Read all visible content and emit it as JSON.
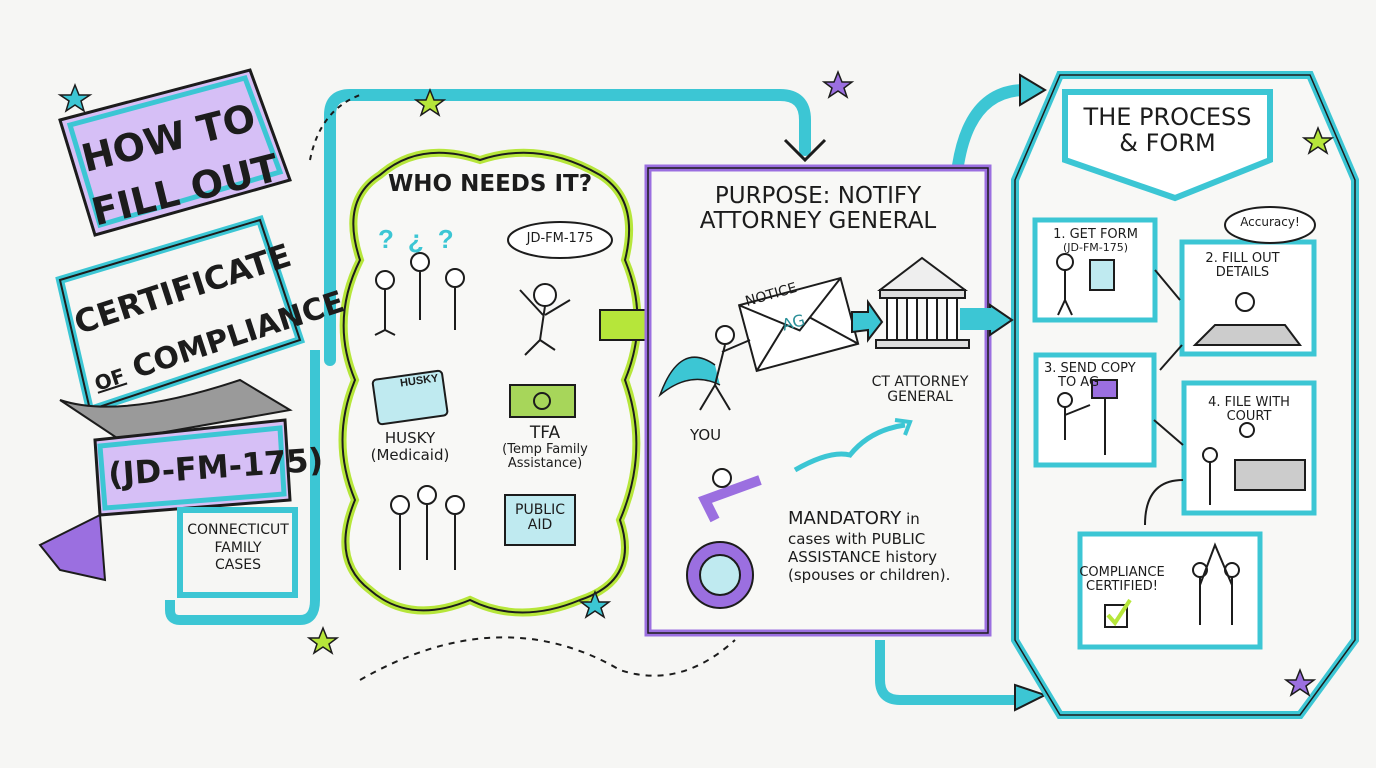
{
  "title": {
    "line1": "HOW TO",
    "line2": "FILL OUT",
    "line3": "CERTIFICATE",
    "line4_of": "OF",
    "line4": "COMPLIANCE",
    "form_code": "(JD-FM-175)",
    "scope": [
      "CONNECTICUT",
      "FAMILY",
      "CASES"
    ]
  },
  "who_needs_it": {
    "heading": "WHO NEEDS IT?",
    "thought_bubble": "JD-FM-175",
    "husky_card": "HUSKY",
    "husky_label": "HUSKY",
    "husky_sub": "(Medicaid)",
    "tfa_label": "TFA",
    "tfa_sub": [
      "(Temp Family",
      "Assistance)"
    ],
    "public_aid": [
      "PUBLIC",
      "AID"
    ]
  },
  "purpose": {
    "heading": [
      "PURPOSE: NOTIFY",
      "ATTORNEY GENERAL"
    ],
    "envelope_label": "NOTICE",
    "envelope_badge": "AG",
    "sender": "YOU",
    "recipient": [
      "CT ATTORNEY",
      "GENERAL"
    ],
    "mandatory_bold": "MANDATORY",
    "mandatory_text": [
      " in",
      "cases with PUBLIC",
      "ASSISTANCE history",
      "(spouses or children)."
    ]
  },
  "process": {
    "heading": [
      "THE PROCESS",
      "& FORM"
    ],
    "accuracy_bubble": "Accuracy!",
    "steps": [
      {
        "label": [
          "1. GET FORM",
          "(JD-FM-175)"
        ]
      },
      {
        "label": [
          "2. FILL OUT",
          "DETAILS"
        ]
      },
      {
        "label": [
          "3. SEND COPY",
          "TO AG"
        ]
      },
      {
        "label": [
          "4. FILE WITH",
          "COURT"
        ]
      }
    ],
    "result": [
      "COMPLIANCE",
      "CERTIFIED!"
    ]
  },
  "colors": {
    "cyan": "#3cc6d4",
    "purple": "#9b6fe0",
    "lime": "#b6e63a",
    "ink": "#1c1c1c"
  }
}
